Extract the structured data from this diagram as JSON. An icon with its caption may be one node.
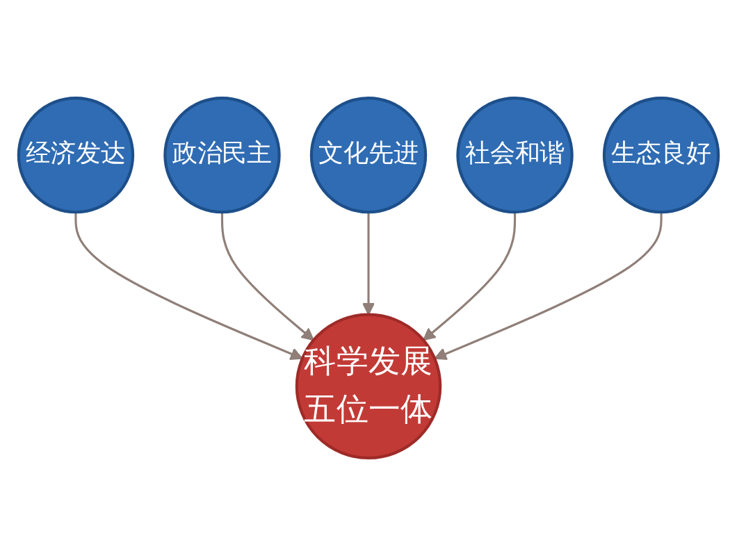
{
  "diagram": {
    "nodes": [
      {
        "text": [
          "科学发展",
          "五位一体"
        ]
      },
      {
        "text": [
          "经济发达"
        ]
      },
      {
        "text": [
          "政治民主"
        ]
      },
      {
        "text": [
          "文化先进"
        ]
      },
      {
        "text": [
          "社会和谐"
        ]
      },
      {
        "text": [
          "生态良好"
        ]
      }
    ],
    "edges": [
      {
        "from": 1,
        "to": 0,
        "arrow": "to"
      },
      {
        "from": 2,
        "to": 0,
        "arrow": "to"
      },
      {
        "from": 3,
        "to": 0,
        "arrow": "to"
      },
      {
        "from": 4,
        "to": 0,
        "arrow": "to"
      },
      {
        "from": 5,
        "to": 0,
        "arrow": "to"
      }
    ]
  }
}
